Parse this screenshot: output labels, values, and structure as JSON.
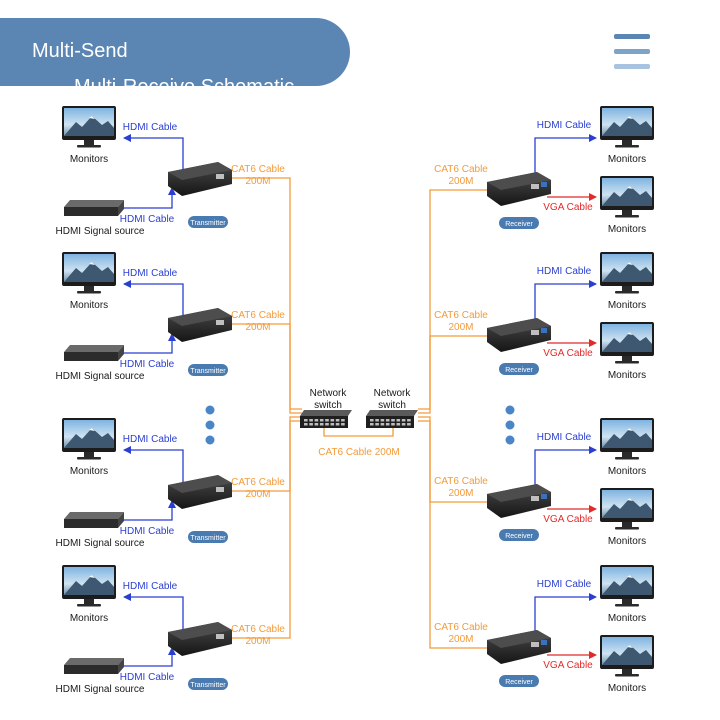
{
  "header": {
    "title_line1": "Multi-Send",
    "title_line2": "Multi-Receive Schematic"
  },
  "colors": {
    "header": "#5b86b3",
    "menu": [
      "#5b86b3",
      "#7da3c9",
      "#a7c3df"
    ],
    "hdmi_line": "#2a3fd0",
    "cat6_line": "#f39b3a",
    "vga_line": "#e22a2a",
    "label_text": "#1a1a1a",
    "badge": "#4a7bb0"
  },
  "labels": {
    "monitors": "Monitors",
    "hdmi_cable": "HDMI Cable",
    "hdmi_source": "HDMI Signal source",
    "cat6_line1": "CAT6 Cable",
    "cat6_line2": "200M",
    "transmitter": "Transmitter",
    "receiver": "Receiver",
    "vga_cable": "VGA Cable",
    "network_line1": "Network",
    "network_line2": "switch",
    "switch_link": "CAT6 Cable 200M"
  }
}
